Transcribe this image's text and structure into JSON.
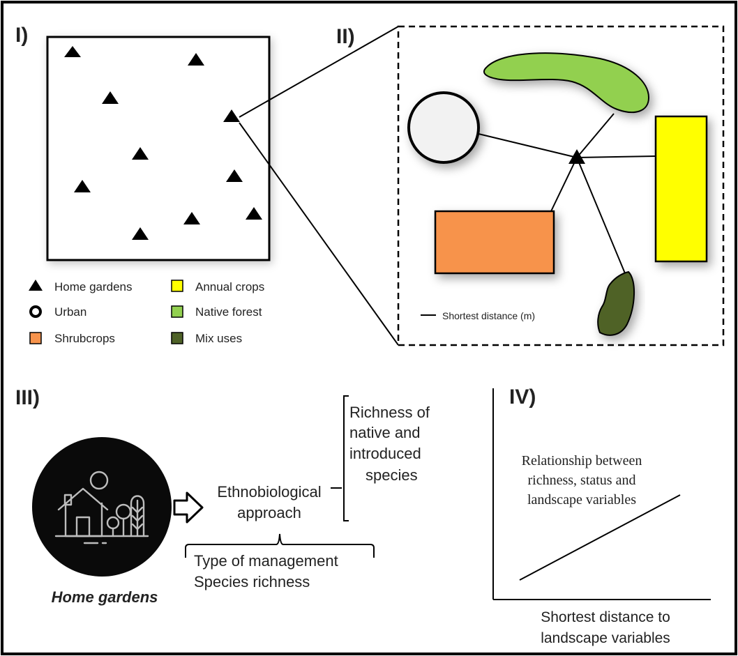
{
  "panels": {
    "p1": "I)",
    "p2": "II)",
    "p3": "III)",
    "p4": "IV)"
  },
  "legend": {
    "home_gardens": "Home gardens",
    "urban": "Urban",
    "shrubcrops": "Shrubcrops",
    "annual_crops": "Annual crops",
    "native_forest": "Native forest",
    "mix_uses": "Mix uses"
  },
  "panel2": {
    "distance_label": "Shortest distance (m)"
  },
  "panel3": {
    "home_gardens_label": "Home gardens",
    "approach_line1": "Ethnobiological",
    "approach_line2": "approach",
    "bottom_line1": "Type of management",
    "bottom_line2": "Species richness",
    "right_line1": "Richness of",
    "right_line2": "native and",
    "right_line3": "introduced",
    "right_line4": "species"
  },
  "panel4": {
    "rel_line1": "Relationship between",
    "rel_line2": "richness, status and",
    "rel_line3": "landscape variables",
    "xlabel_line1": "Shortest distance to",
    "xlabel_line2": "landscape variables"
  },
  "colors": {
    "shrubcrops": "#F7934C",
    "annual_crops": "#FFFF00",
    "native_forest": "#92D050",
    "mix_uses": "#4F6228",
    "urban": "#F2F2F2",
    "icon_circle": "#0A0A0A"
  }
}
